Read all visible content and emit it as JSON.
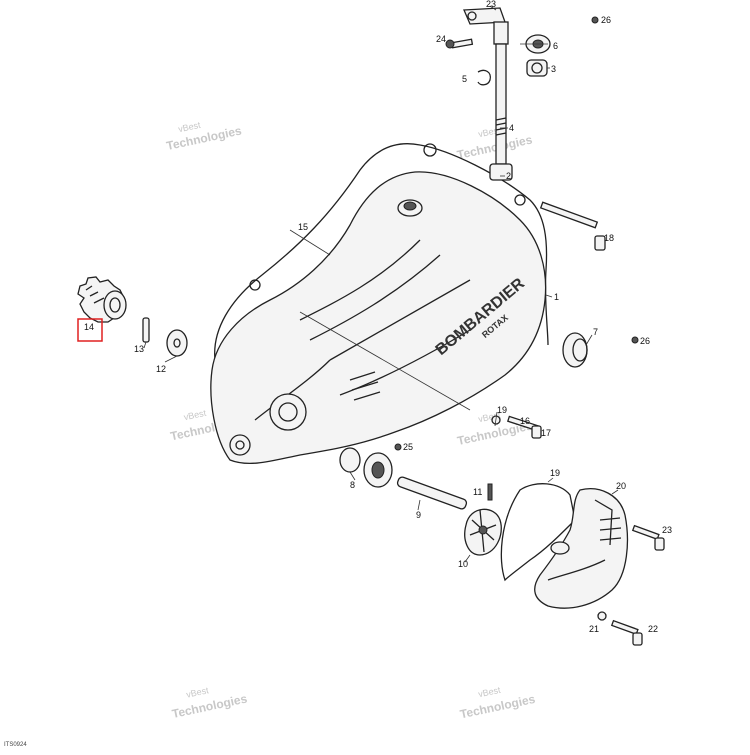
{
  "diagram": {
    "brand_text": "BOMBARDIER",
    "brand_sub": "ROTAX",
    "drawing_code": "ITS0924",
    "highlighted_part": "14",
    "watermark": {
      "line1": "vBest",
      "line2": "Technologies"
    },
    "callouts": {
      "c1": "1",
      "c2": "2",
      "c3": "3",
      "c4": "4",
      "c5": "5",
      "c6": "6",
      "c7": "7",
      "c8": "8",
      "c9": "9",
      "c10": "10",
      "c11": "11",
      "c12": "12",
      "c13": "13",
      "c14": "14",
      "c15": "15",
      "c16": "16",
      "c17": "17",
      "c18": "18",
      "c19a": "19",
      "c19b": "19",
      "c20": "20",
      "c21": "21",
      "c22": "22",
      "c23": "23",
      "c24": "24",
      "c25": "25",
      "c26a": "26",
      "c26b": "26"
    }
  }
}
